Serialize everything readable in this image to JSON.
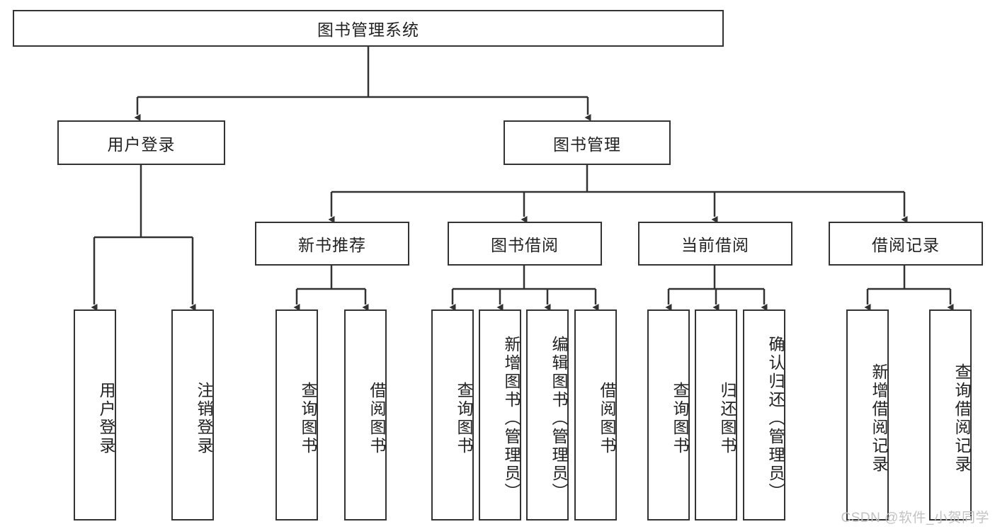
{
  "diagram": {
    "title": "图书管理系统",
    "type": "tree-hierarchy",
    "root": {
      "label": "图书管理系统"
    },
    "level2": [
      {
        "label": "用户登录"
      },
      {
        "label": "图书管理"
      }
    ],
    "level3": [
      {
        "label": "新书推荐"
      },
      {
        "label": "图书借阅"
      },
      {
        "label": "当前借阅"
      },
      {
        "label": "借阅记录"
      }
    ],
    "leaves": {
      "user_login": [
        {
          "label": "用户登录"
        },
        {
          "label": "注销登录"
        }
      ],
      "new_book_recommend": [
        {
          "label": "查询图书"
        },
        {
          "label": "借阅图书"
        }
      ],
      "book_borrow": [
        {
          "label": "查询图书"
        },
        {
          "label": "新增图书（管理员）"
        },
        {
          "label": "编辑图书（管理员）"
        },
        {
          "label": "借阅图书"
        }
      ],
      "current_borrow": [
        {
          "label": "查询图书"
        },
        {
          "label": "归还图书"
        },
        {
          "label": "确认归还（管理员）"
        }
      ],
      "borrow_record": [
        {
          "label": "新增借阅记录"
        },
        {
          "label": "查询借阅记录"
        }
      ]
    }
  },
  "watermark": {
    "text": "CSDN @软件_小贺同学"
  },
  "colors": {
    "line": "#333333",
    "box_border": "#333333",
    "background": "#ffffff",
    "text": "#222222",
    "watermark": "#c2c2c2"
  }
}
